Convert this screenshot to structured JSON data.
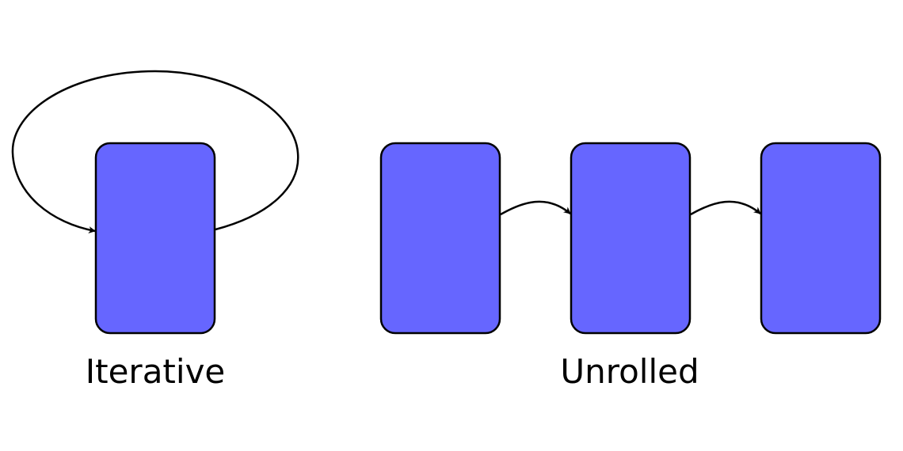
{
  "diagram": {
    "iterative": {
      "label": "Iterative"
    },
    "unrolled": {
      "label": "Unrolled",
      "step_count": 3
    }
  },
  "colors": {
    "block_fill": "#6666ff",
    "block_stroke": "#000000",
    "line": "#000000",
    "text": "#000000",
    "background": "#ffffff"
  }
}
